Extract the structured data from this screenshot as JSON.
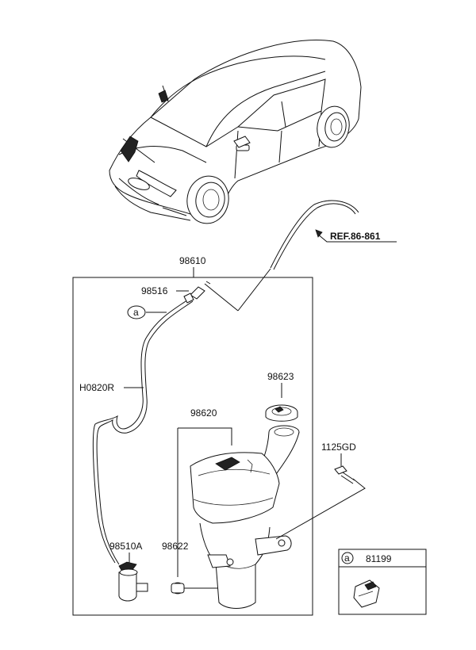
{
  "reference": "REF.86-861",
  "parts": {
    "p98610": "98610",
    "p98516": "98516",
    "h0820r": "H0820R",
    "p98623": "98623",
    "p98620": "98620",
    "p1125gd": "1125GD",
    "p98510a": "98510A",
    "p98622": "98622"
  },
  "callout": {
    "letter": "a"
  },
  "inset": {
    "letter": "a",
    "part_number": "81199"
  }
}
